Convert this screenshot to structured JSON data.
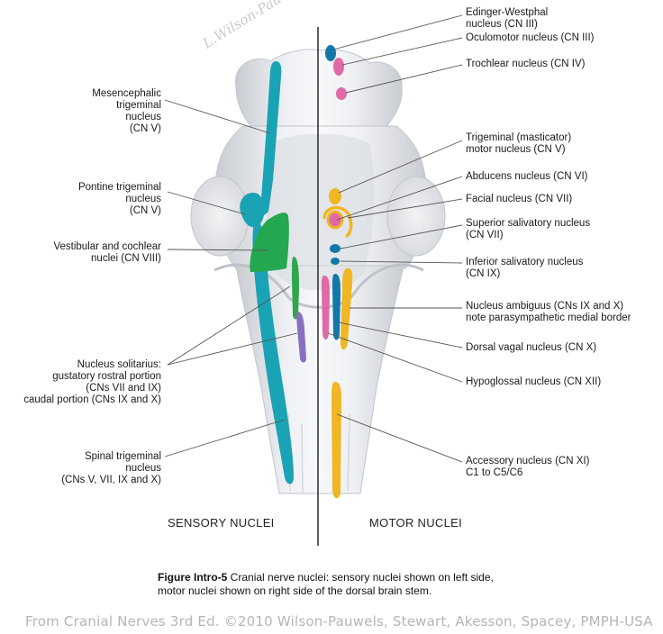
{
  "sections": {
    "sensory": "SENSORY NUCLEI",
    "motor": "MOTOR NUCLEI"
  },
  "signature": "L.Wilson-Pauwels",
  "left_labels": [
    {
      "id": "mesencephalic",
      "text": "Mesencephalic\ntrigeminal\nnucleus\n(CN V)"
    },
    {
      "id": "pontine",
      "text": "Pontine trigeminal\nnucleus\n(CN V)"
    },
    {
      "id": "vestibular",
      "text": "Vestibular and cochlear\nnuclei (CN VIII)"
    },
    {
      "id": "solitarius",
      "text": "Nucleus solitarius:\ngustatory rostral portion\n(CNs VII and IX)\ncaudal portion (CNs IX and X)"
    },
    {
      "id": "spinal",
      "text": "Spinal trigeminal\nnucleus\n(CNs V, VII, IX and X)"
    }
  ],
  "right_labels": [
    {
      "id": "edinger",
      "text": "Edinger-Westphal\nnucleus (CN III)"
    },
    {
      "id": "oculomotor",
      "text": "Oculomotor nucleus (CN III)"
    },
    {
      "id": "trochlear",
      "text": "Trochlear nucleus (CN IV)"
    },
    {
      "id": "trigeminal-motor",
      "text": "Trigeminal (masticator)\nmotor nucleus (CN V)"
    },
    {
      "id": "abducens",
      "text": "Abducens nucleus (CN VI)"
    },
    {
      "id": "facial",
      "text": "Facial nucleus (CN VII)"
    },
    {
      "id": "superior-salivatory",
      "text": "Superior salivatory nucleus\n(CN VII)"
    },
    {
      "id": "inferior-salivatory",
      "text": "Inferior salivatory nucleus\n(CN IX)"
    },
    {
      "id": "ambiguus",
      "text": "Nucleus ambiguus (CNs IX and X)\nnote parasympathetic medial border"
    },
    {
      "id": "dorsal-vagal",
      "text": "Dorsal vagal nucleus (CN X)"
    },
    {
      "id": "hypoglossal",
      "text": "Hypoglossal nucleus (CN XII)"
    },
    {
      "id": "accessory",
      "text": "Accessory nucleus (CN XI)\nC1 to C5/C6"
    }
  ],
  "caption": {
    "figure": "Figure Intro-5",
    "text": " Cranial nerve nuclei: sensory nuclei shown on left side,\nmotor nuclei shown on right side of the dorsal brain stem."
  },
  "credit": "From Cranial Nerves 3rd Ed. ©2010 Wilson-Pauwels, Stewart, Akesson, Spacey, PMPH-USA",
  "colors": {
    "sensory_teal": "#1aa3b5",
    "vestibular_green": "#23a84f",
    "solitarius_green": "#2fa64a",
    "solitarius_purple": "#8a6fc0",
    "motor_blue": "#1178a8",
    "motor_pink": "#e06aa8",
    "motor_yellow": "#f0b623",
    "brainstem_gray": "#e4e6ea"
  }
}
